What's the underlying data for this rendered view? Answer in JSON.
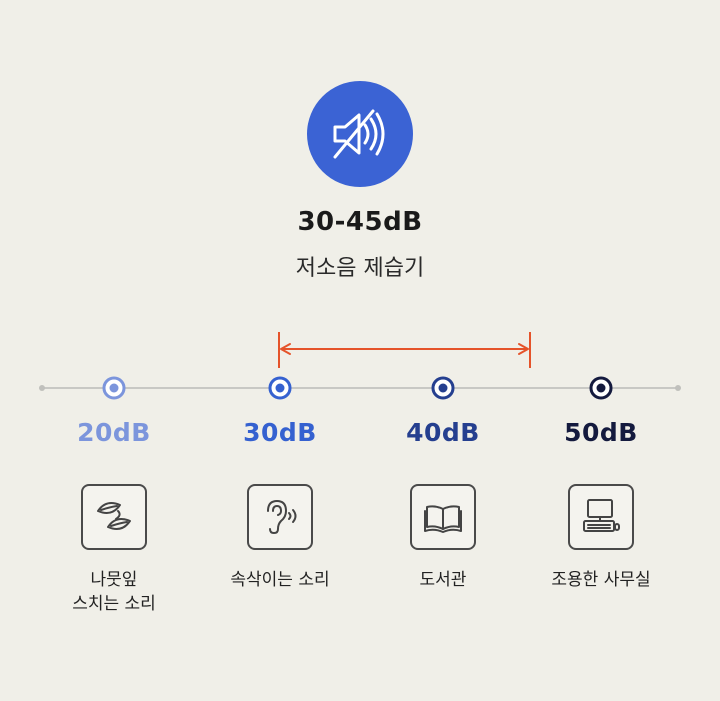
{
  "header": {
    "icon": "speaker-muted-icon",
    "range_text": "30-45dB",
    "product_name": "저소음 제습기"
  },
  "scale": {
    "range_start_db": 30,
    "range_end_db": 45,
    "points": [
      {
        "db": "20dB",
        "color": "#7c95dc",
        "icon": "leaves-icon",
        "line1": "나뭇잎",
        "line2": "스치는 소리"
      },
      {
        "db": "30dB",
        "color": "#3561d0",
        "icon": "ear-icon",
        "line1": "속삭이는 소리",
        "line2": ""
      },
      {
        "db": "40dB",
        "color": "#253f8f",
        "icon": "book-icon",
        "line1": "도서관",
        "line2": ""
      },
      {
        "db": "50dB",
        "color": "#141a3e",
        "icon": "computer-icon",
        "line1": "조용한 사무실",
        "line2": ""
      }
    ],
    "range_marker_color": "#e5532a",
    "line_color": "#c8c8c4"
  }
}
